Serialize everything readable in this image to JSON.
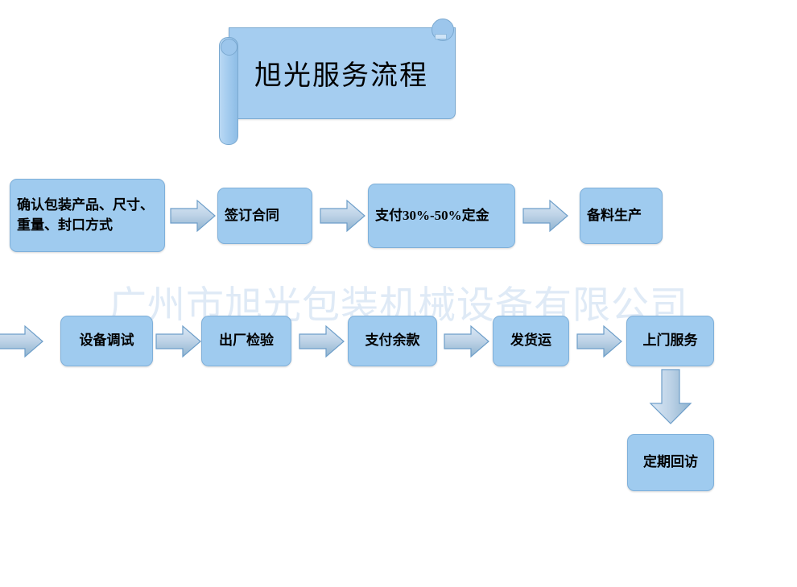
{
  "banner": {
    "title": "旭光服务流程",
    "fill_color": "#a5cdf0",
    "stroke_color": "#7ba9d0"
  },
  "watermark": {
    "text": "广州市旭光包装机械设备有限公司",
    "color": "#dfeaf6"
  },
  "theme": {
    "node_fill": "#9fcbef",
    "node_stroke": "#7fb0da",
    "arrow_fill_top": "#d3e3f3",
    "arrow_fill_bottom": "#8fb3cf",
    "arrow_stroke": "#6d9ec9",
    "text_color": "#000000",
    "background": "#ffffff"
  },
  "flow": {
    "row1": {
      "nodes": [
        {
          "id": "confirm-spec",
          "label": "确认包装产品、尺寸、重量、封口方式",
          "align": "left"
        },
        {
          "id": "sign-contract",
          "label": "签订合同",
          "align": "left"
        },
        {
          "id": "pay-deposit",
          "label": "支付30%-50%定金",
          "align": "left"
        },
        {
          "id": "prepare-production",
          "label": "备料生产",
          "align": "left"
        }
      ],
      "connectors": [
        {
          "id": "r1-a1",
          "direction": "right"
        },
        {
          "id": "r1-a2",
          "direction": "right"
        },
        {
          "id": "r1-a3",
          "direction": "right"
        }
      ]
    },
    "row2": {
      "nodes": [
        {
          "id": "equipment-debug",
          "label": "设备调试",
          "align": "center"
        },
        {
          "id": "factory-inspection",
          "label": "出厂检验",
          "align": "center"
        },
        {
          "id": "pay-balance",
          "label": "支付余款",
          "align": "center"
        },
        {
          "id": "ship-goods",
          "label": "发货运",
          "align": "center"
        },
        {
          "id": "onsite-service",
          "label": "上门服务",
          "align": "center"
        }
      ],
      "connectors": [
        {
          "id": "r2-a0",
          "direction": "right"
        },
        {
          "id": "r2-a1",
          "direction": "right"
        },
        {
          "id": "r2-a2",
          "direction": "right"
        },
        {
          "id": "r2-a3",
          "direction": "right"
        },
        {
          "id": "r2-a4",
          "direction": "right"
        }
      ]
    },
    "row3": {
      "nodes": [
        {
          "id": "periodic-followup",
          "label": "定期回访",
          "align": "center"
        }
      ],
      "connectors": [
        {
          "id": "r3-down",
          "direction": "down"
        }
      ]
    }
  }
}
